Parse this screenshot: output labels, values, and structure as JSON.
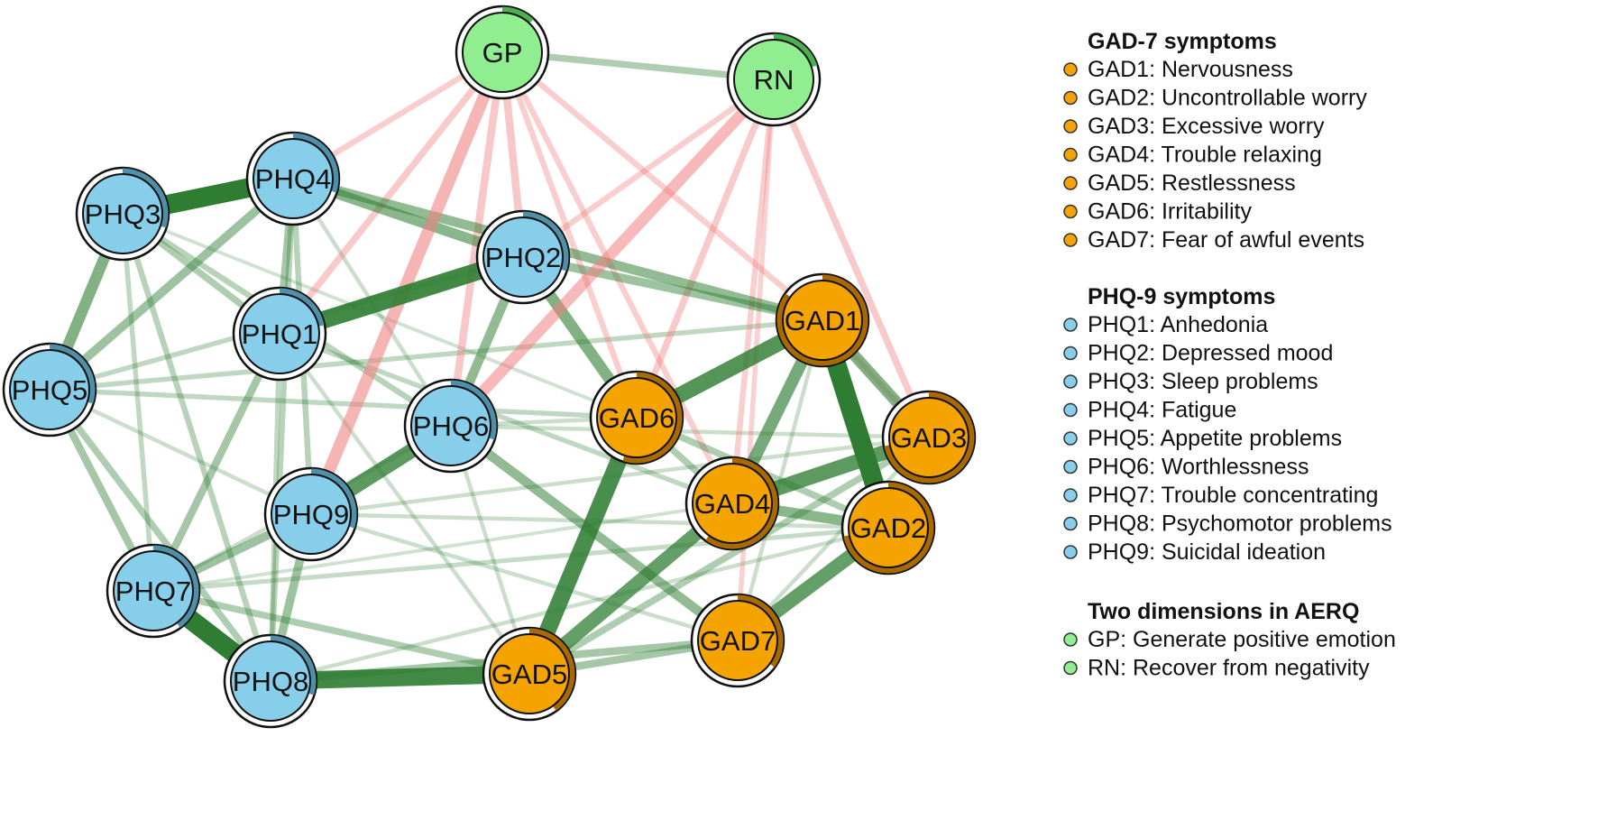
{
  "colors": {
    "gad": "#f5a300",
    "phq": "#87ceeb",
    "aerq": "#90ee90",
    "positive_edge": "#2e7d32",
    "negative_edge": "#f08080"
  },
  "nodes": [
    {
      "id": "GP",
      "group": "aerq"
    },
    {
      "id": "RN",
      "group": "aerq"
    },
    {
      "id": "PHQ4",
      "group": "phq"
    },
    {
      "id": "PHQ3",
      "group": "phq"
    },
    {
      "id": "PHQ2",
      "group": "phq"
    },
    {
      "id": "PHQ1",
      "group": "phq"
    },
    {
      "id": "PHQ5",
      "group": "phq"
    },
    {
      "id": "PHQ6",
      "group": "phq"
    },
    {
      "id": "PHQ9",
      "group": "phq"
    },
    {
      "id": "PHQ7",
      "group": "phq"
    },
    {
      "id": "PHQ8",
      "group": "phq"
    },
    {
      "id": "GAD1",
      "group": "gad"
    },
    {
      "id": "GAD6",
      "group": "gad"
    },
    {
      "id": "GAD3",
      "group": "gad"
    },
    {
      "id": "GAD4",
      "group": "gad"
    },
    {
      "id": "GAD2",
      "group": "gad"
    },
    {
      "id": "GAD7",
      "group": "gad"
    },
    {
      "id": "GAD5",
      "group": "gad"
    }
  ],
  "edges": [
    {
      "from": "PHQ3",
      "to": "PHQ4",
      "sign": "positive",
      "strength": 1.0
    },
    {
      "from": "GAD1",
      "to": "GAD2",
      "sign": "positive",
      "strength": 1.0
    },
    {
      "from": "PHQ7",
      "to": "PHQ8",
      "sign": "positive",
      "strength": 1.0
    },
    {
      "from": "PHQ1",
      "to": "PHQ2",
      "sign": "positive",
      "strength": 0.9
    },
    {
      "from": "PHQ8",
      "to": "GAD5",
      "sign": "positive",
      "strength": 0.9
    },
    {
      "from": "GAD6",
      "to": "GAD5",
      "sign": "positive",
      "strength": 0.85
    },
    {
      "from": "GAD6",
      "to": "GAD1",
      "sign": "positive",
      "strength": 0.8
    },
    {
      "from": "GAD4",
      "to": "GAD3",
      "sign": "positive",
      "strength": 0.75
    },
    {
      "from": "GAD4",
      "to": "GAD5",
      "sign": "positive",
      "strength": 0.7
    },
    {
      "from": "PHQ9",
      "to": "PHQ6",
      "sign": "positive",
      "strength": 0.75
    },
    {
      "from": "GAD2",
      "to": "GAD7",
      "sign": "positive",
      "strength": 0.7
    },
    {
      "from": "GAD1",
      "to": "GAD4",
      "sign": "positive",
      "strength": 0.6
    },
    {
      "from": "PHQ3",
      "to": "PHQ5",
      "sign": "positive",
      "strength": 0.55
    },
    {
      "from": "PHQ2",
      "to": "GAD6",
      "sign": "positive",
      "strength": 0.55
    },
    {
      "from": "GAD1",
      "to": "GAD3",
      "sign": "positive",
      "strength": 0.55
    },
    {
      "from": "GAD4",
      "to": "GAD2",
      "sign": "positive",
      "strength": 0.5
    },
    {
      "from": "PHQ4",
      "to": "PHQ2",
      "sign": "positive",
      "strength": 0.5
    },
    {
      "from": "PHQ4",
      "to": "GAD1",
      "sign": "positive",
      "strength": 0.45
    },
    {
      "from": "PHQ2",
      "to": "PHQ6",
      "sign": "positive",
      "strength": 0.45
    },
    {
      "from": "PHQ6",
      "to": "GAD7",
      "sign": "positive",
      "strength": 0.45
    },
    {
      "from": "PHQ5",
      "to": "PHQ4",
      "sign": "positive",
      "strength": 0.4
    },
    {
      "from": "PHQ2",
      "to": "GAD1",
      "sign": "positive",
      "strength": 0.4
    },
    {
      "from": "PHQ9",
      "to": "PHQ7",
      "sign": "positive",
      "strength": 0.4
    },
    {
      "from": "PHQ9",
      "to": "PHQ8",
      "sign": "positive",
      "strength": 0.4
    },
    {
      "from": "PHQ8",
      "to": "GAD7",
      "sign": "positive",
      "strength": 0.35
    },
    {
      "from": "PHQ5",
      "to": "PHQ7",
      "sign": "positive",
      "strength": 0.35
    },
    {
      "from": "PHQ1",
      "to": "PHQ7",
      "sign": "positive",
      "strength": 0.35
    },
    {
      "from": "PHQ4",
      "to": "PHQ1",
      "sign": "positive",
      "strength": 0.35
    },
    {
      "from": "GAD5",
      "to": "GAD7",
      "sign": "positive",
      "strength": 0.35
    },
    {
      "from": "PHQ7",
      "to": "GAD5",
      "sign": "positive",
      "strength": 0.3
    },
    {
      "from": "GAD6",
      "to": "GAD2",
      "sign": "positive",
      "strength": 0.3
    },
    {
      "from": "GAD6",
      "to": "GAD4",
      "sign": "positive",
      "strength": 0.3
    },
    {
      "from": "GAD5",
      "to": "GAD3",
      "sign": "positive",
      "strength": 0.3
    },
    {
      "from": "PHQ5",
      "to": "PHQ8",
      "sign": "positive",
      "strength": 0.3
    },
    {
      "from": "PHQ3",
      "to": "PHQ1",
      "sign": "positive",
      "strength": 0.3
    },
    {
      "from": "PHQ3",
      "to": "PHQ6",
      "sign": "positive",
      "strength": 0.25
    },
    {
      "from": "GP",
      "to": "RN",
      "sign": "positive",
      "strength": 0.3
    },
    {
      "from": "PHQ4",
      "to": "PHQ9",
      "sign": "positive",
      "strength": 0.25
    },
    {
      "from": "PHQ4",
      "to": "PHQ8",
      "sign": "positive",
      "strength": 0.25
    },
    {
      "from": "PHQ3",
      "to": "PHQ8",
      "sign": "positive",
      "strength": 0.25
    },
    {
      "from": "PHQ5",
      "to": "GAD1",
      "sign": "positive",
      "strength": 0.2
    },
    {
      "from": "PHQ5",
      "to": "PHQ2",
      "sign": "positive",
      "strength": 0.2
    },
    {
      "from": "PHQ5",
      "to": "GAD6",
      "sign": "positive",
      "strength": 0.2
    },
    {
      "from": "PHQ1",
      "to": "GAD4",
      "sign": "positive",
      "strength": 0.2
    },
    {
      "from": "PHQ1",
      "to": "PHQ8",
      "sign": "positive",
      "strength": 0.2
    },
    {
      "from": "PHQ3",
      "to": "PHQ7",
      "sign": "positive",
      "strength": 0.2
    },
    {
      "from": "PHQ7",
      "to": "GAD2",
      "sign": "positive",
      "strength": 0.18
    },
    {
      "from": "PHQ9",
      "to": "GAD3",
      "sign": "positive",
      "strength": 0.15
    },
    {
      "from": "PHQ6",
      "to": "GAD3",
      "sign": "positive",
      "strength": 0.15
    },
    {
      "from": "PHQ6",
      "to": "PHQ7",
      "sign": "positive",
      "strength": 0.15
    },
    {
      "from": "PHQ1",
      "to": "GAD5",
      "sign": "positive",
      "strength": 0.15
    },
    {
      "from": "PHQ9",
      "to": "GAD2",
      "sign": "positive",
      "strength": 0.15
    },
    {
      "from": "PHQ8",
      "to": "GAD2",
      "sign": "positive",
      "strength": 0.15
    },
    {
      "from": "PHQ6",
      "to": "GAD6",
      "sign": "positive",
      "strength": 0.15
    },
    {
      "from": "PHQ6",
      "to": "GAD5",
      "sign": "positive",
      "strength": 0.15
    },
    {
      "from": "PHQ9",
      "to": "GAD7",
      "sign": "positive",
      "strength": 0.15
    },
    {
      "from": "PHQ4",
      "to": "PHQ6",
      "sign": "positive",
      "strength": 0.15
    },
    {
      "from": "PHQ5",
      "to": "PHQ9",
      "sign": "positive",
      "strength": 0.15
    },
    {
      "from": "GAD7",
      "to": "GAD3",
      "sign": "positive",
      "strength": 0.15
    },
    {
      "from": "GAD1",
      "to": "GAD7",
      "sign": "positive",
      "strength": 0.15
    },
    {
      "from": "PHQ3",
      "to": "GAD6",
      "sign": "positive",
      "strength": 0.12
    },
    {
      "from": "PHQ7",
      "to": "GAD4",
      "sign": "positive",
      "strength": 0.12
    },
    {
      "from": "GP",
      "to": "PHQ9",
      "sign": "negative",
      "strength": 0.6
    },
    {
      "from": "RN",
      "to": "PHQ6",
      "sign": "negative",
      "strength": 0.55
    },
    {
      "from": "GP",
      "to": "PHQ2",
      "sign": "negative",
      "strength": 0.35
    },
    {
      "from": "GP",
      "to": "PHQ1",
      "sign": "negative",
      "strength": 0.3
    },
    {
      "from": "GP",
      "to": "PHQ6",
      "sign": "negative",
      "strength": 0.35
    },
    {
      "from": "GP",
      "to": "PHQ4",
      "sign": "negative",
      "strength": 0.25
    },
    {
      "from": "GP",
      "to": "GAD6",
      "sign": "negative",
      "strength": 0.25
    },
    {
      "from": "GP",
      "to": "GAD1",
      "sign": "negative",
      "strength": 0.25
    },
    {
      "from": "GP",
      "to": "GAD4",
      "sign": "negative",
      "strength": 0.25
    },
    {
      "from": "RN",
      "to": "PHQ2",
      "sign": "negative",
      "strength": 0.25
    },
    {
      "from": "RN",
      "to": "GAD6",
      "sign": "negative",
      "strength": 0.3
    },
    {
      "from": "RN",
      "to": "GAD3",
      "sign": "negative",
      "strength": 0.3
    },
    {
      "from": "RN",
      "to": "GAD4",
      "sign": "negative",
      "strength": 0.25
    },
    {
      "from": "RN",
      "to": "GAD7",
      "sign": "negative",
      "strength": 0.2
    },
    {
      "from": "GAD1",
      "to": "GAD3",
      "sign": "negative",
      "strength": 0.2
    }
  ],
  "legend": {
    "gad": {
      "title": "GAD-7 symptoms",
      "items": [
        "GAD1: Nervousness",
        "GAD2: Uncontrollable worry",
        "GAD3: Excessive worry",
        "GAD4: Trouble relaxing",
        "GAD5: Restlessness",
        "GAD6: Irritability",
        "GAD7: Fear of awful events"
      ]
    },
    "phq": {
      "title": "PHQ-9 symptoms",
      "items": [
        "PHQ1: Anhedonia",
        "PHQ2: Depressed mood",
        "PHQ3: Sleep problems",
        "PHQ4: Fatigue",
        "PHQ5: Appetite problems",
        "PHQ6: Worthlessness",
        "PHQ7: Trouble concentrating",
        "PHQ8: Psychomotor problems",
        "PHQ9: Suicidal ideation"
      ]
    },
    "aerq": {
      "title": "Two dimensions in AERQ",
      "items": [
        "GP: Generate positive emotion",
        "RN: Recover from negativity"
      ]
    }
  }
}
